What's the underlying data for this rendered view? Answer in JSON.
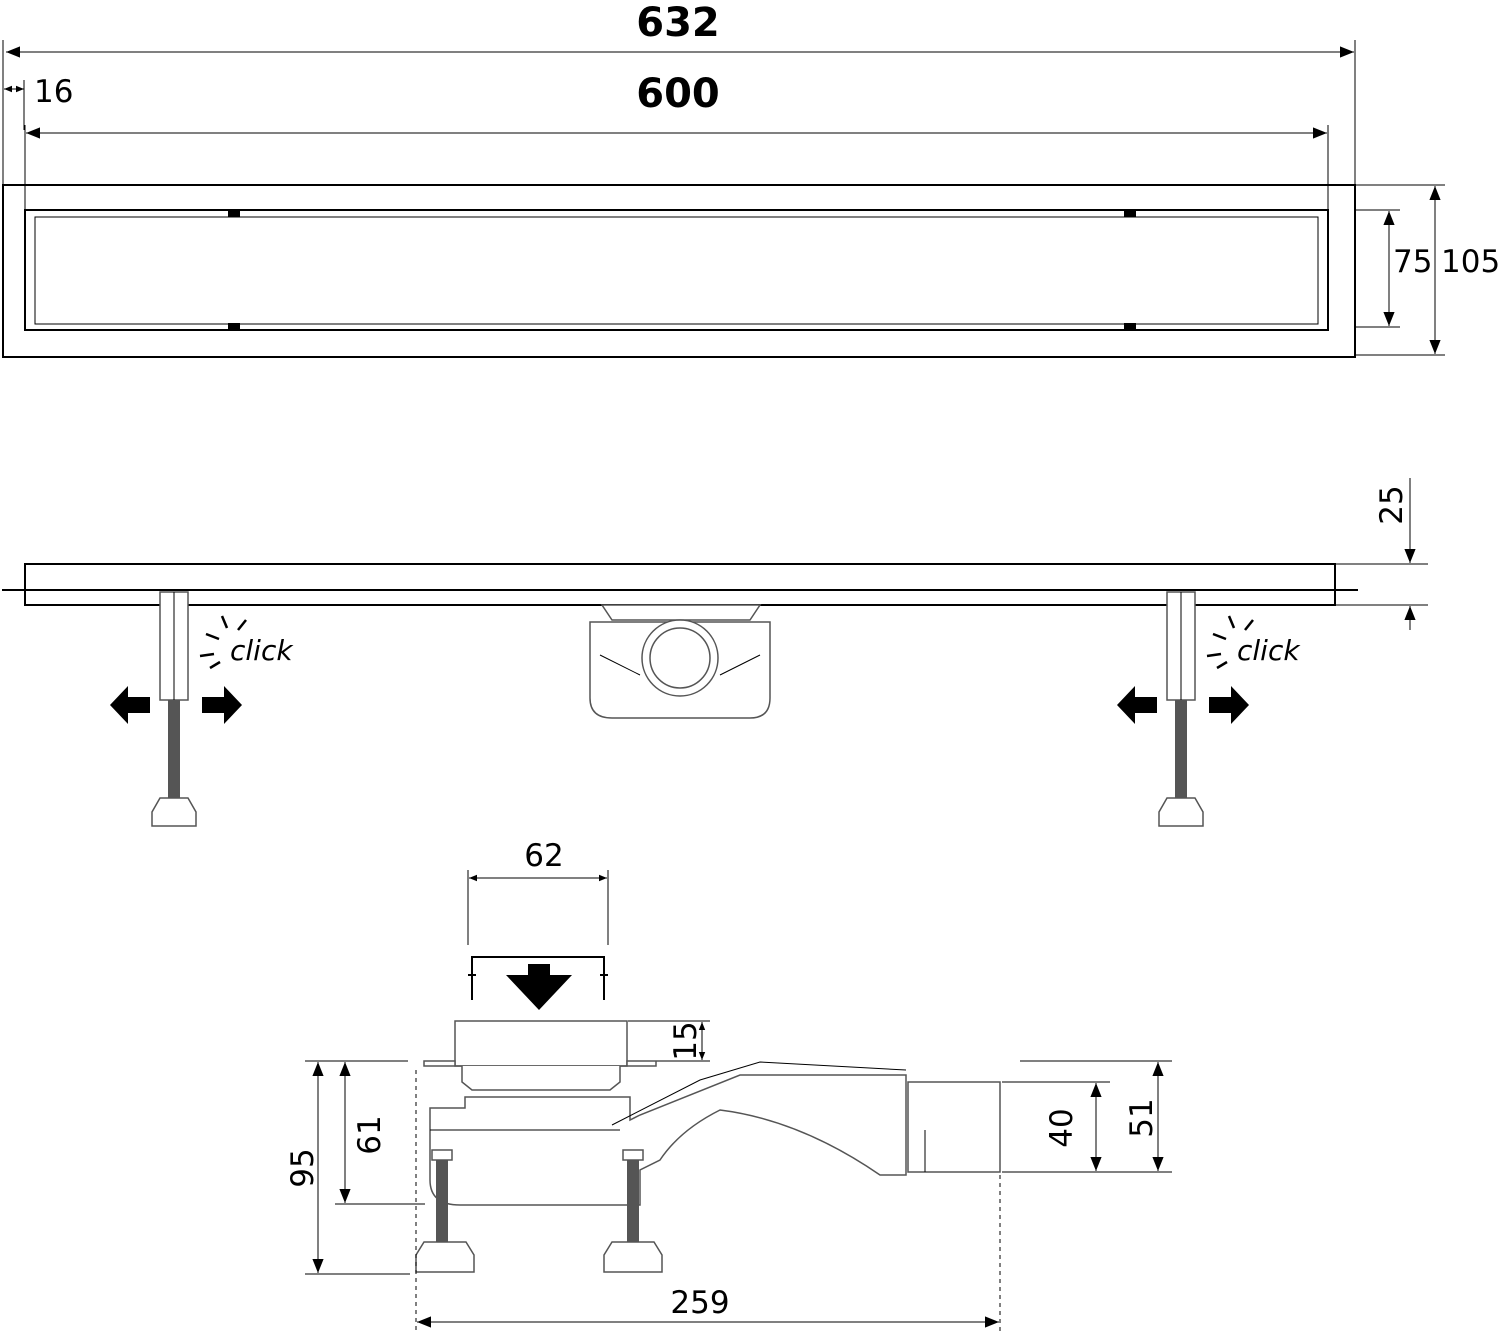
{
  "top_view": {
    "overall_length": "632",
    "inner_length": "600",
    "edge_offset": "16",
    "inner_width": "75",
    "overall_width": "105"
  },
  "side_view": {
    "frame_height": "25",
    "click_label_left": "click",
    "click_label_right": "click"
  },
  "section_view": {
    "grate_width": "62",
    "grate_height": "15",
    "total_height": "95",
    "inner_height": "61",
    "outlet_inner": "40",
    "outlet_outer": "51",
    "total_depth": "259"
  }
}
